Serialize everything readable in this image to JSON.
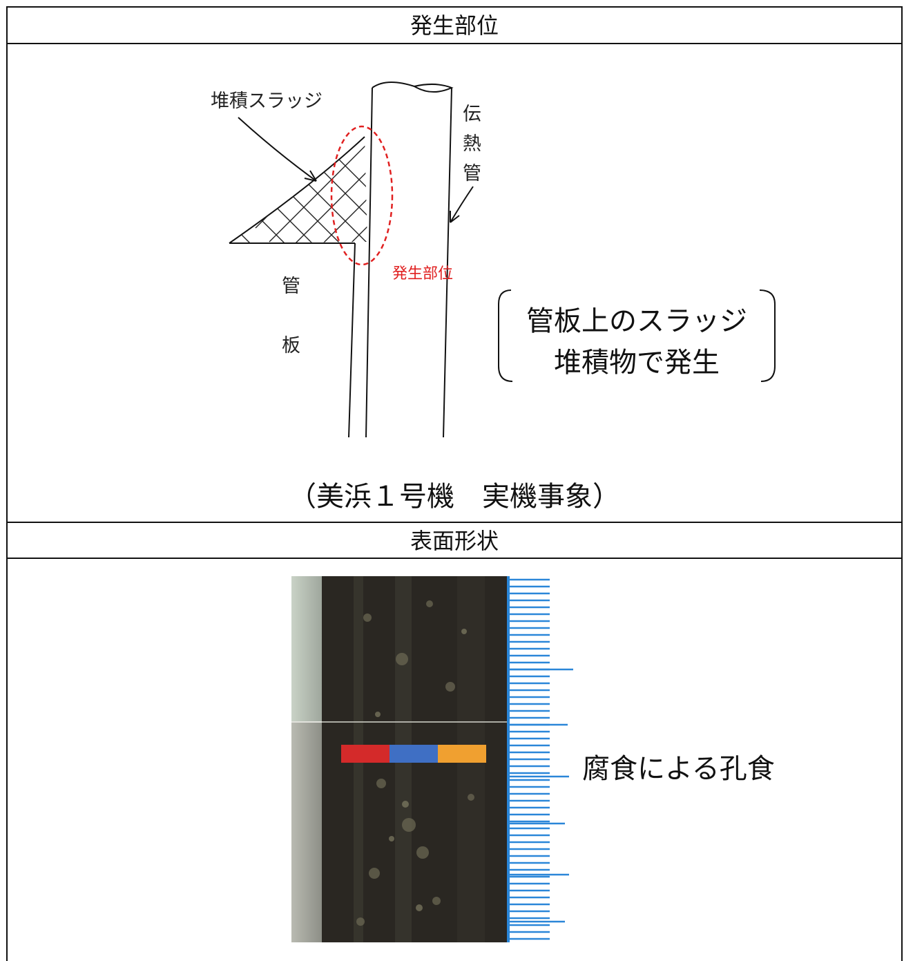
{
  "section1": {
    "header": "発生部位",
    "diagram": {
      "sludge_label": "堆積スラッジ",
      "tube_label_chars": [
        "伝",
        "熱",
        "管"
      ],
      "tubesheet_label_chars": [
        "管",
        "板"
      ],
      "occurrence_label": "発生部位",
      "note_line1": "管板上のスラッジ",
      "note_line2": "堆積物で発生",
      "accent_color": "#e02020"
    },
    "caption": "（美浜１号機　実機事象）"
  },
  "section2": {
    "header": "表面形状",
    "photo_note": "腐食による孔食",
    "color_chip_colors": [
      "#d42a2a",
      "#3f6fc4",
      "#f0a030"
    ],
    "scale_color": "#2a86d8"
  }
}
